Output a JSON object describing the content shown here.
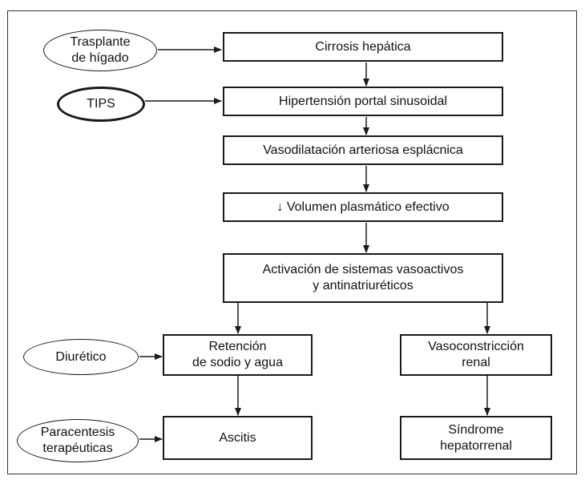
{
  "diagram": {
    "nodes": {
      "cirrosis": "Cirrosis hepática",
      "hipertension": "Hipertensión portal sinusoidal",
      "vasodilatacion": "Vasodilatación arteriosa esplácnica",
      "volumen": "↓ Volumen plasmático efectivo",
      "activacion": "Activación de sistemas vasoactivos\ny antinatriuréticos",
      "retencion": "Retención\nde sodio y agua",
      "vasoconstriccion": "Vasoconstricción\nrenal",
      "ascitis": "Ascitis",
      "sindrome": "Síndrome\nhepatorrenal"
    },
    "treatments": {
      "trasplante": "Trasplante\nde hígado",
      "tips": "TIPS",
      "diuretico": "Diurético",
      "paracentesis": "Paracentesis\nterapéuticas"
    }
  }
}
